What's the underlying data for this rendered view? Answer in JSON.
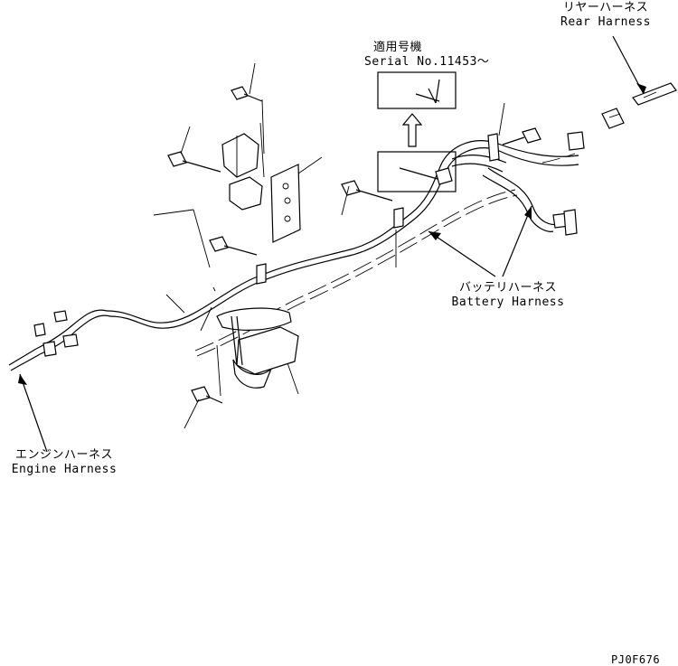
{
  "labels": {
    "rear_harness_jp": "リヤーハーネス",
    "rear_harness_en": "Rear Harness",
    "serial_jp": "適用号機",
    "serial_en": "Serial No.11453～",
    "battery_harness_jp": "バッテリハーネス",
    "battery_harness_en": "Battery Harness",
    "engine_harness_jp": "エンジンハーネス",
    "engine_harness_en": "Engine Harness",
    "drawing_code": "PJ0F676"
  }
}
